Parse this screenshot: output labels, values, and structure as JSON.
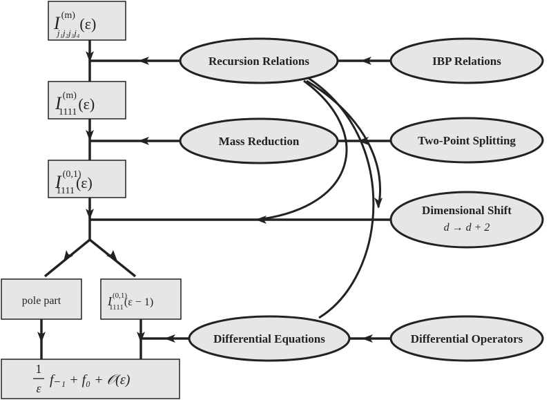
{
  "nodes": {
    "i_general": {
      "base": "I",
      "sup": "(m)",
      "sub": "j₁j₂j₃j₄",
      "arg": "(ε)"
    },
    "i_1111_m": {
      "base": "I",
      "sup": "(m)",
      "sub": "1111",
      "arg": "(ε)"
    },
    "i_1111_01": {
      "base": "I",
      "sup": "(0,1)",
      "sub": "1111",
      "arg": "(ε)"
    },
    "pole_part": {
      "label": "pole part"
    },
    "i_1111_01_shift": {
      "base": "I",
      "sup": "(0,1)",
      "sub": "1111",
      "arg": "(ε − 1)"
    },
    "result": {
      "frac_num": "1",
      "frac_den": "ε",
      "rest": "f₋₁ + f₀ + 𝒪(ε)"
    }
  },
  "operations": {
    "recursion": "Recursion Relations",
    "ibp": "IBP Relations",
    "mass_reduction": "Mass Reduction",
    "two_point": "Two-Point Splitting",
    "dimensional_shift": "Dimensional Shift",
    "dimensional_shift_formula": "d → d + 2",
    "differential_equations": "Differential Equations",
    "differential_operators": "Differential Operators"
  },
  "colors": {
    "fill": "#e6e6e6",
    "stroke": "#222222"
  }
}
